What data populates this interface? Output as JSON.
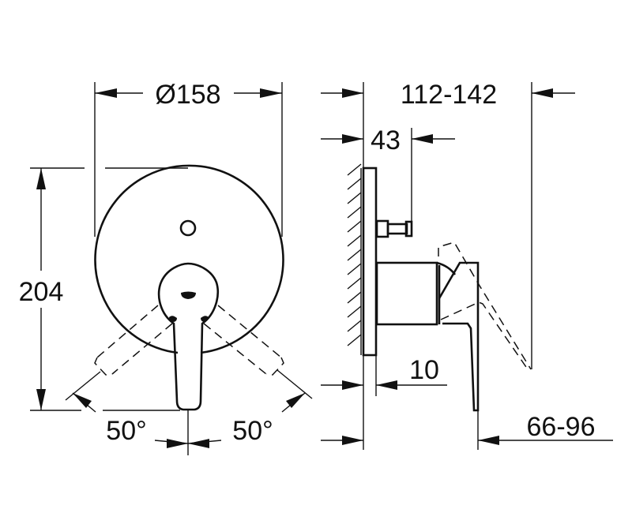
{
  "drawing": {
    "type": "technical-dimension-drawing",
    "subject": "concealed single-lever mixer trim (front and side view)",
    "colors": {
      "line": "#111111",
      "background": "#ffffff"
    },
    "front_view": {
      "diameter_label": "Ø158",
      "height_label": "204",
      "angle_left_label": "50°",
      "angle_right_label": "50°"
    },
    "side_view": {
      "overall_depth_label": "112-142",
      "spindle_depth_label": "43",
      "plate_offset_label": "10",
      "lever_depth_label": "66-96"
    }
  }
}
